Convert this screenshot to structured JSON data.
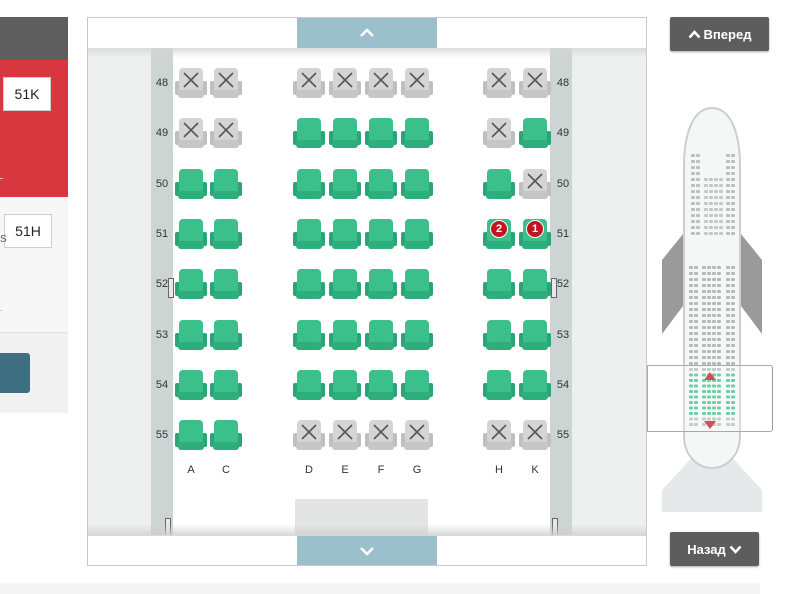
{
  "passenger_panel": {
    "passenger1_seat": "51K",
    "passenger2_seat": "51H",
    "side_letter": "S"
  },
  "navigation": {
    "forward_label": "Вперед",
    "back_label": "Назад"
  },
  "seat_map": {
    "columns": [
      "A",
      "C",
      "D",
      "E",
      "F",
      "G",
      "H",
      "K"
    ],
    "rows": [
      {
        "num": "48",
        "seats": {
          "A": "occupied",
          "C": "occupied",
          "D": "occupied",
          "E": "occupied",
          "F": "occupied",
          "G": "occupied",
          "H": "occupied",
          "K": "occupied"
        }
      },
      {
        "num": "49",
        "seats": {
          "A": "occupied",
          "C": "occupied",
          "D": "available",
          "E": "available",
          "F": "available",
          "G": "available",
          "H": "occupied",
          "K": "available"
        }
      },
      {
        "num": "50",
        "seats": {
          "A": "available",
          "C": "available",
          "D": "available",
          "E": "available",
          "F": "available",
          "G": "available",
          "H": "available",
          "K": "occupied"
        }
      },
      {
        "num": "51",
        "seats": {
          "A": "available",
          "C": "available",
          "D": "available",
          "E": "available",
          "F": "available",
          "G": "available",
          "H": "selected",
          "K": "selected"
        }
      },
      {
        "num": "52",
        "seats": {
          "A": "available",
          "C": "available",
          "D": "available",
          "E": "available",
          "F": "available",
          "G": "available",
          "H": "available",
          "K": "available"
        }
      },
      {
        "num": "53",
        "seats": {
          "A": "available",
          "C": "available",
          "D": "available",
          "E": "available",
          "F": "available",
          "G": "available",
          "H": "available",
          "K": "available"
        }
      },
      {
        "num": "54",
        "seats": {
          "A": "available",
          "C": "available",
          "D": "available",
          "E": "available",
          "F": "available",
          "G": "available",
          "H": "available",
          "K": "available"
        }
      },
      {
        "num": "55",
        "seats": {
          "A": "available",
          "C": "available",
          "D": "occupied",
          "E": "occupied",
          "F": "occupied",
          "G": "occupied",
          "H": "occupied",
          "K": "occupied"
        }
      }
    ],
    "selected_seats": [
      {
        "seat": "51H",
        "passenger": "2"
      },
      {
        "seat": "51K",
        "passenger": "1"
      }
    ],
    "exit_rows": [
      "52"
    ]
  },
  "colors": {
    "available": "#3bbf8b",
    "occupied": "#d4d4d4",
    "selected_marker": "#c0161f",
    "panel_red": "#d9373f",
    "nav_button": "#5d5d5d",
    "scroll_button": "#9cbfcc"
  },
  "icons": {
    "scroll_up": "chevron-up-icon",
    "scroll_down": "chevron-down-icon",
    "forward": "chevron-up-icon",
    "back": "chevron-down-icon",
    "occupied_seat": "x-icon"
  }
}
